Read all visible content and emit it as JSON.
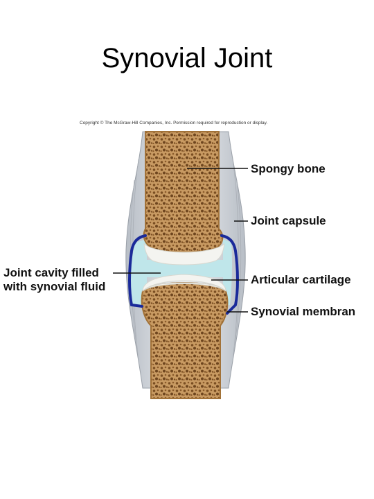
{
  "title": "Synovial Joint",
  "copyright": "Copyright © The McGraw-Hill Companies, Inc. Permission required for reproduction or display.",
  "labels": {
    "spongy_bone": "Spongy bone",
    "joint_capsule": "Joint capsule",
    "joint_cavity_line1": "Joint cavity filled",
    "joint_cavity_line2": "with synovial fluid",
    "articular_cartilage": "Articular cartilage",
    "synovial_membrane": "Synovial membran"
  },
  "colors": {
    "bone": "#c89a62",
    "bone_pore": "#7a4e22",
    "capsule": "#d9dde2",
    "synovial_fluid": "#bfe6ea",
    "cartilage": "#f4f4f0",
    "membrane": "#1a2a9a"
  }
}
